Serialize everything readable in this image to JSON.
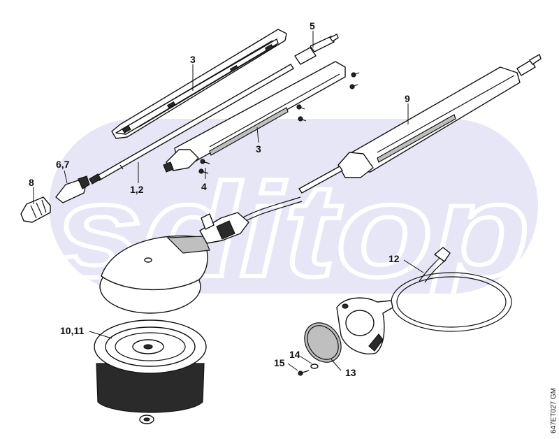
{
  "watermark": "sditop",
  "drawing_code": "647ET027 GM",
  "labels": {
    "l3_top": "3",
    "l5": "5",
    "l9": "9",
    "l67": "6,7",
    "l8": "8",
    "l12_left": "1,2",
    "l4": "4",
    "l3_mid": "3",
    "l12": "12",
    "l1011": "10,11",
    "l14": "14",
    "l15": "15",
    "l13": "13"
  },
  "colors": {
    "watermark_fill": "#e6e6f7",
    "ink": "#111111"
  }
}
